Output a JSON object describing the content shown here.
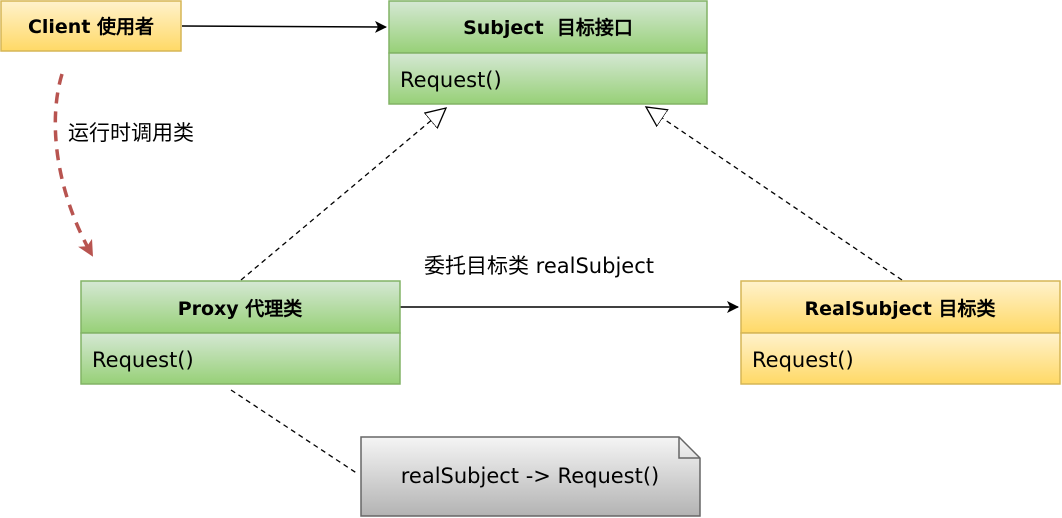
{
  "client": {
    "label": "Client 使用者"
  },
  "subject": {
    "title": "Subject  目标接口",
    "method": "Request()"
  },
  "proxy": {
    "title": "Proxy 代理类",
    "method": "Request()"
  },
  "real_subject": {
    "title": "RealSubject 目标类",
    "method": "Request()"
  },
  "note": {
    "text": "realSubject -> Request()"
  },
  "edges": {
    "runtime_call": "运行时调用类",
    "delegate": "委托目标类 realSubject"
  },
  "colors": {
    "green_fill_top": "#d5e8d4",
    "green_fill_bottom": "#97d077",
    "green_stroke": "#82b366",
    "yellow_fill_top": "#fff2cc",
    "yellow_fill_bottom": "#ffd966",
    "yellow_stroke": "#d6b656",
    "note_fill_top": "#f5f5f5",
    "note_fill_bottom": "#b3b3b3",
    "note_stroke": "#666666",
    "runtime_arrow": "#b85450"
  }
}
